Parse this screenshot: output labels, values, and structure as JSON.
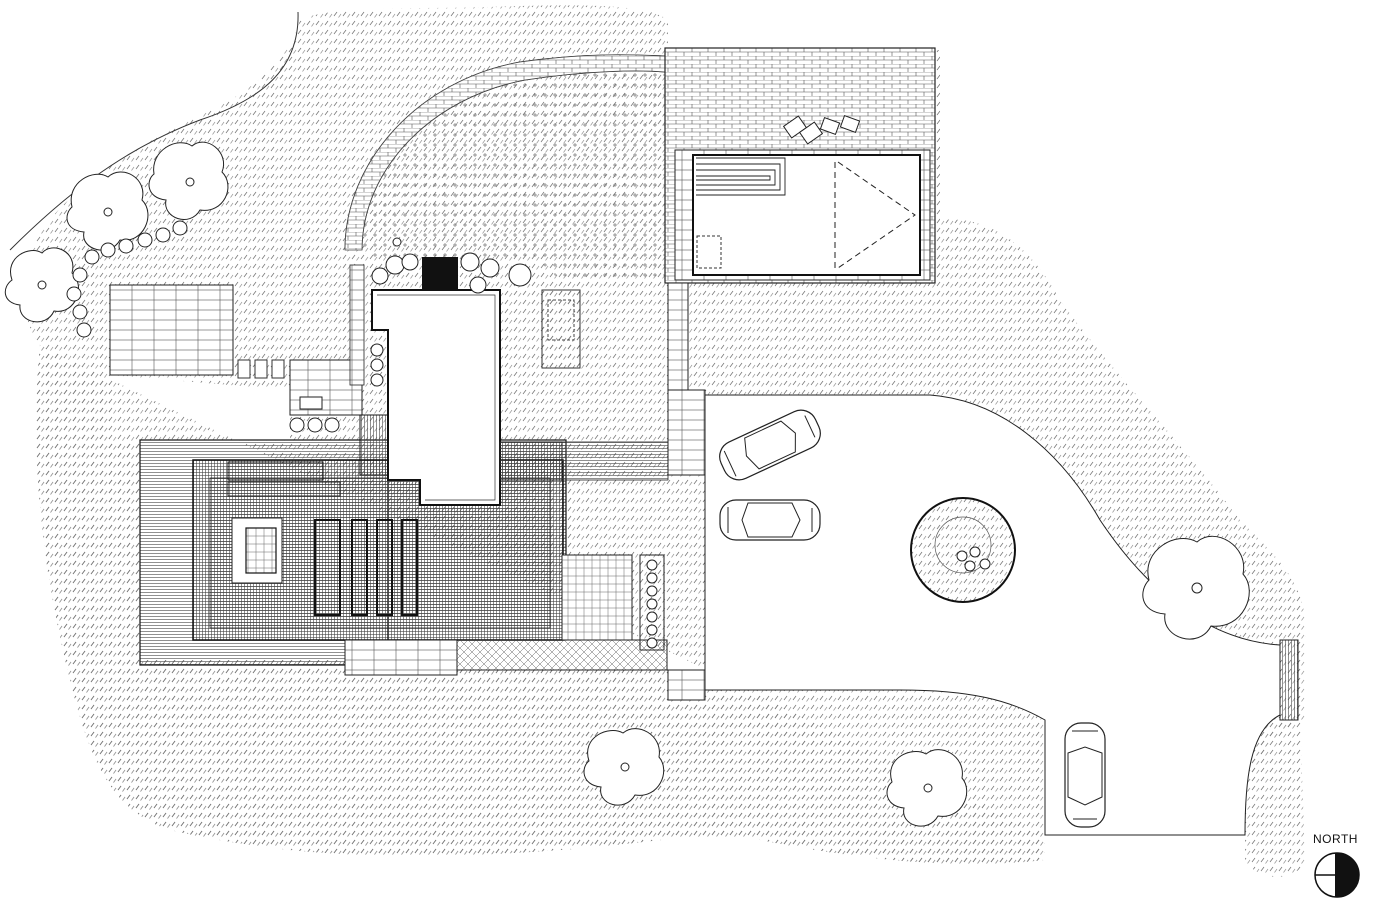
{
  "legend": {
    "north_label": "NORTH"
  },
  "drawing": {
    "type": "site-plan",
    "features": [
      "grass-lawn",
      "paved-plaza",
      "pool",
      "pool-deck",
      "driveway",
      "main-house-roof",
      "courtyard",
      "patio",
      "trees",
      "shrubs",
      "parked-cars",
      "roundabout-island",
      "north-arrow"
    ],
    "parked_car_count": 3,
    "colors": {
      "ink": "#1a1a1a",
      "paper": "#ffffff",
      "fill_dark": "#111111"
    }
  }
}
